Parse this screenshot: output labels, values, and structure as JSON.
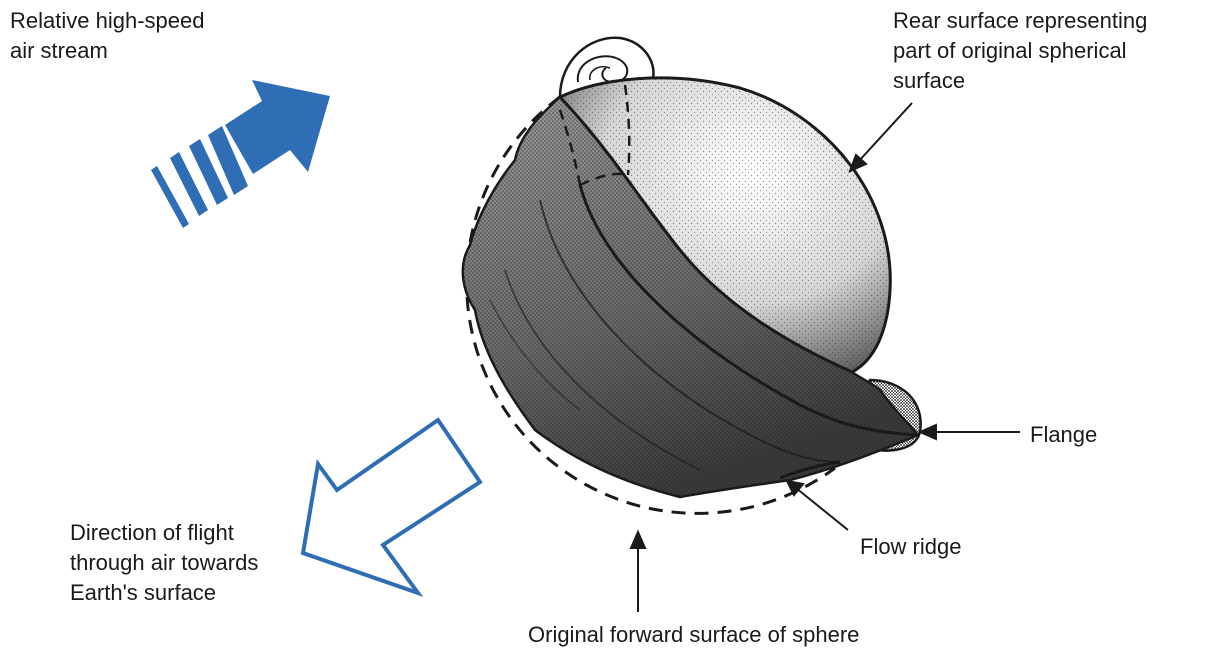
{
  "labels": {
    "air_stream": [
      "Relative high-speed",
      "air stream"
    ],
    "rear_surface": [
      "Rear surface representing",
      "part of original spherical",
      "surface"
    ],
    "flange": "Flange",
    "flow_ridge": "Flow ridge",
    "direction": [
      "Direction of flight",
      "through air towards",
      "Earth's surface"
    ],
    "forward_surface": "Original forward surface of sphere"
  },
  "colors": {
    "arrow_blue": "#2f6db5",
    "ink": "#1a1a1a",
    "background": "#ffffff"
  }
}
